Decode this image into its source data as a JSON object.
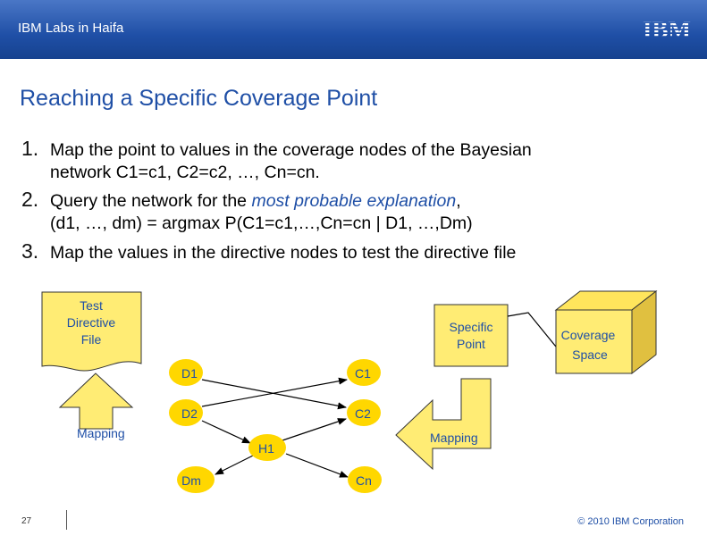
{
  "header": {
    "lab_name": "IBM Labs in Haifa",
    "logo_text": "IBM"
  },
  "title": "Reaching a Specific Coverage Point",
  "steps": [
    {
      "num": "1.",
      "line1": "Map the point to values in the coverage nodes of the Bayesian",
      "line2": "network C1=c1, C2=c2, …, Cn=cn."
    },
    {
      "num": "2.",
      "line1_pre": "Query the network for the ",
      "line1_em": "most probable explanation",
      "line1_post": ",",
      "line2": "(d1, …, dm) = argmax P(C1=c1,…,Cn=cn | D1, …,Dm)"
    },
    {
      "num": "3.",
      "line1": "Map the values in the directive nodes to test the directive file"
    }
  ],
  "diagram": {
    "test_file": {
      "line1": "Test",
      "line2": "Directive",
      "line3": "File"
    },
    "specific_point": {
      "line1": "Specific",
      "line2": "Point"
    },
    "coverage_space": {
      "line1": "Coverage",
      "line2": "Space"
    },
    "nodes": {
      "d1": "D1",
      "d2": "D2",
      "dm": "Dm",
      "c1": "C1",
      "c2": "C2",
      "cn": "Cn",
      "h1": "H1"
    },
    "mapping_left": "Mapping",
    "mapping_right": "Mapping",
    "colors": {
      "node_fill": "#ffd700",
      "box_fill": "#ffec74",
      "arrow_fill": "#ffec74",
      "box_stroke": "#333333"
    }
  },
  "footer": {
    "page_number": "27",
    "copyright": "© 2010 IBM Corporation"
  }
}
